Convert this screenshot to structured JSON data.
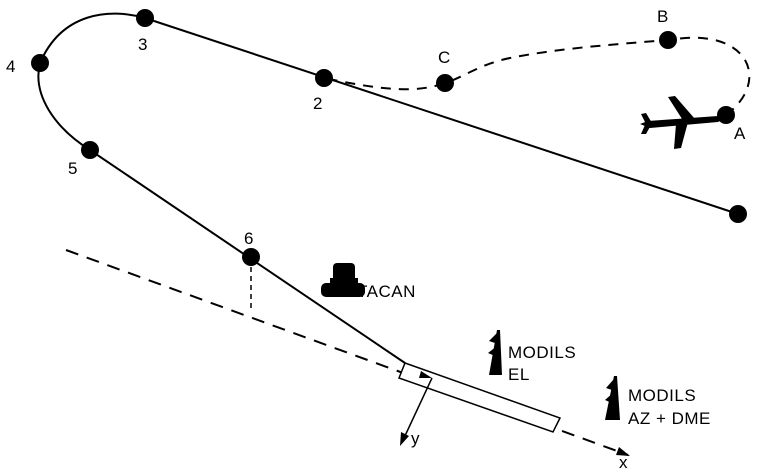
{
  "waypoints": {
    "p2": "2",
    "p3": "3",
    "p4": "4",
    "p5": "5",
    "p6": "6",
    "pA": "A",
    "pB": "B",
    "pC": "C"
  },
  "stations": {
    "tacan": "TACAN",
    "modils_el_line1": "MODILS",
    "modils_el_line2": "EL",
    "modils_az_line1": "MODILS",
    "modils_az_line2": "AZ + DME"
  },
  "axes": {
    "x": "x",
    "y": "y"
  },
  "colors": {
    "ink": "#000000",
    "background": "#ffffff"
  }
}
